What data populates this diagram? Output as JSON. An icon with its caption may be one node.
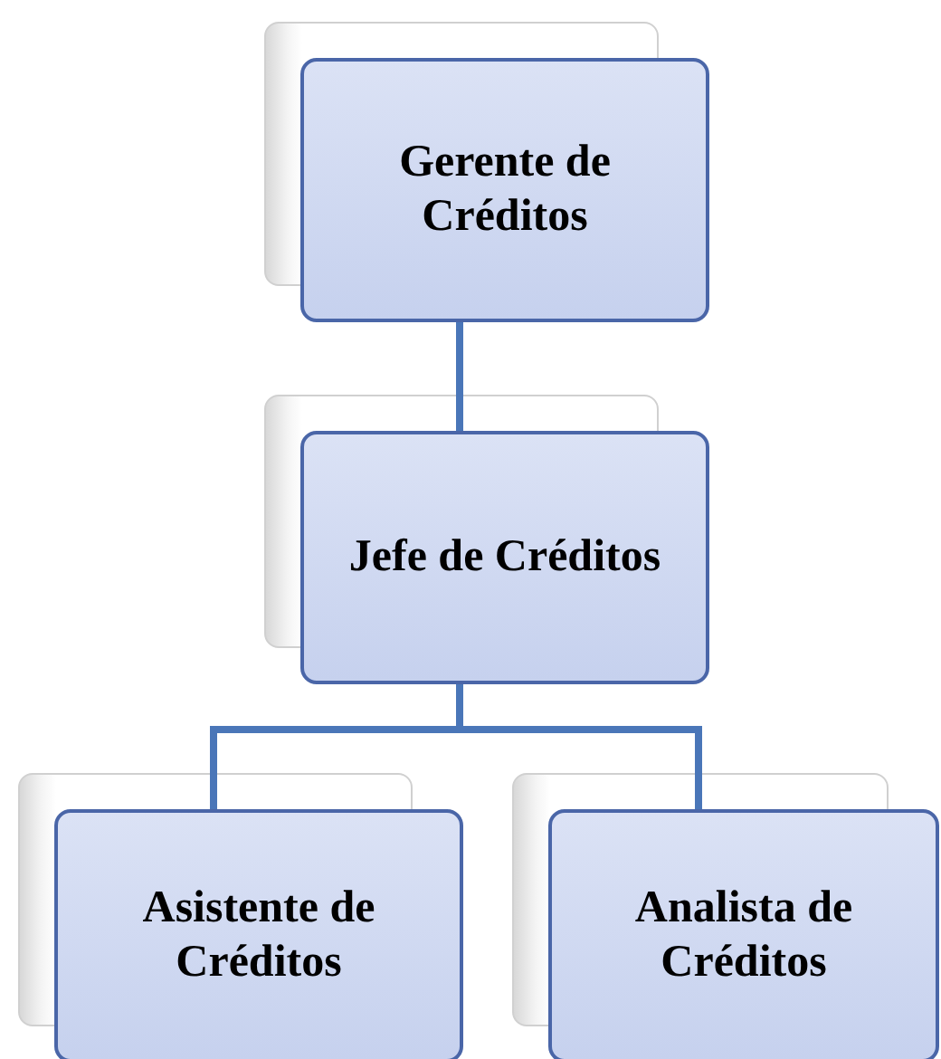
{
  "diagram": {
    "nodes": [
      {
        "text": [
          "Gerente de Créditos"
        ]
      },
      {
        "text": [
          "Jefe de Créditos"
        ]
      },
      {
        "text": [
          "Asistente de Créditos"
        ]
      },
      {
        "text": [
          "Analista de Créditos"
        ]
      }
    ],
    "edges": [
      {
        "from": 0,
        "to": 1,
        "arrow": "none"
      },
      {
        "from": 1,
        "to": 2,
        "arrow": "none"
      },
      {
        "from": 1,
        "to": 3,
        "arrow": "none"
      }
    ]
  }
}
